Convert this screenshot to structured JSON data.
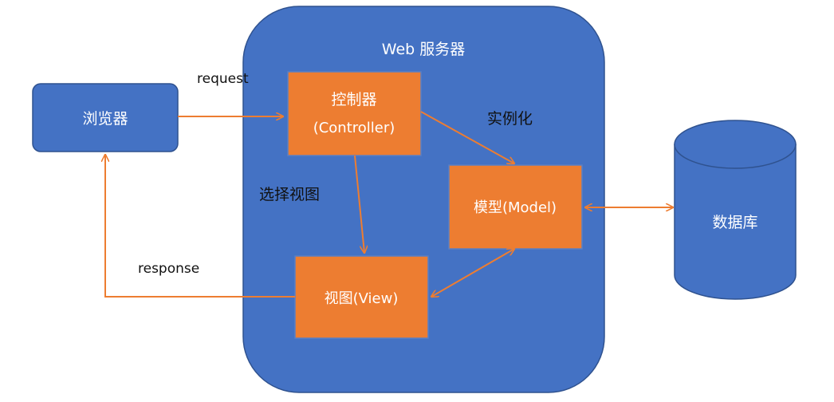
{
  "server": {
    "title": "Web 服务器"
  },
  "browser": {
    "label": "浏览器"
  },
  "controller": {
    "label_line1": "控制器",
    "label_line2": "(Controller)"
  },
  "model": {
    "label": "模型(Model)"
  },
  "view": {
    "label": "视图(View)"
  },
  "database": {
    "label": "数据库"
  },
  "edges": {
    "request": "request",
    "response": "response",
    "instantiate": "实例化",
    "select_view": "选择视图"
  },
  "colors": {
    "server_fill": "#4472c4",
    "node_blue": "#4472c4",
    "node_orange": "#ed7d31",
    "arrow": "#ed7d31",
    "border_dark": "#2f528f"
  }
}
